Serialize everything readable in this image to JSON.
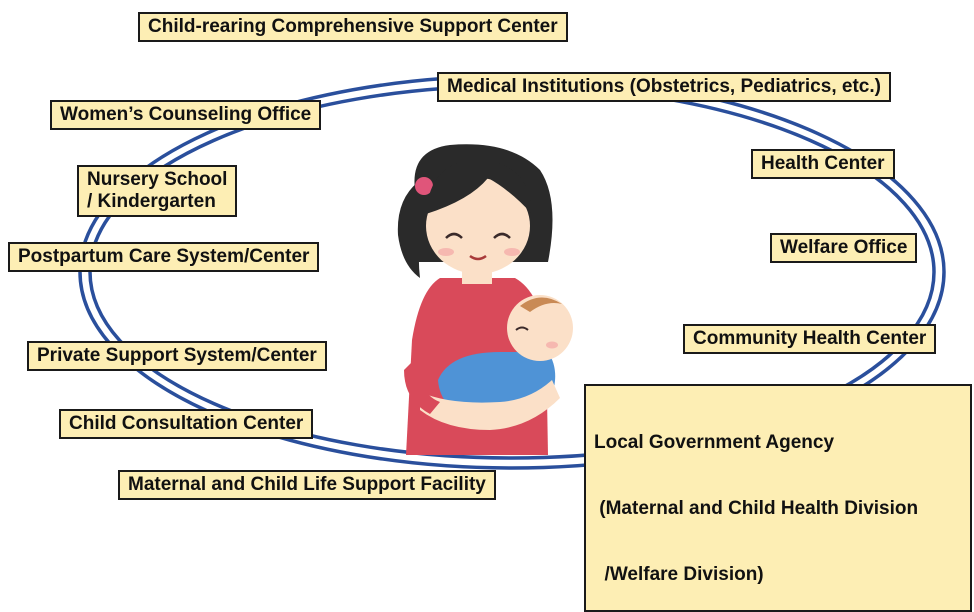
{
  "colors": {
    "box_fill": "#fdeeb4",
    "box_border": "#1a1a1a",
    "ring": "#2a4f9c",
    "mother_shirt": "#d94a5a",
    "mother_hair": "#2a2a2a",
    "skin": "#fbe0c8",
    "baby_clothes": "#4f93d6",
    "hair_tie": "#e0557a"
  },
  "icons": [
    "mother-holding-baby-illustration"
  ],
  "labels": {
    "top_center": "Child-rearing Comprehensive Support Center",
    "medical": "Medical Institutions (Obstetrics, Pediatrics, etc.)",
    "womens": "Women’s Counseling Office",
    "health_center": "Health Center",
    "nursery_line1": "Nursery School",
    "nursery_line2": "/ Kindergarten",
    "welfare_office": "Welfare Office",
    "postpartum": "Postpartum Care System/Center",
    "community_health": "Community Health Center",
    "private_support": "Private Support System/Center",
    "local_gov_line1": "Local Government Agency",
    "local_gov_line2": " (Maternal and Child Health Division",
    "local_gov_line3": "  /Welfare Division)",
    "child_consultation": "Child Consultation Center",
    "maternal_child_life": "Maternal and Child Life Support Facility"
  }
}
